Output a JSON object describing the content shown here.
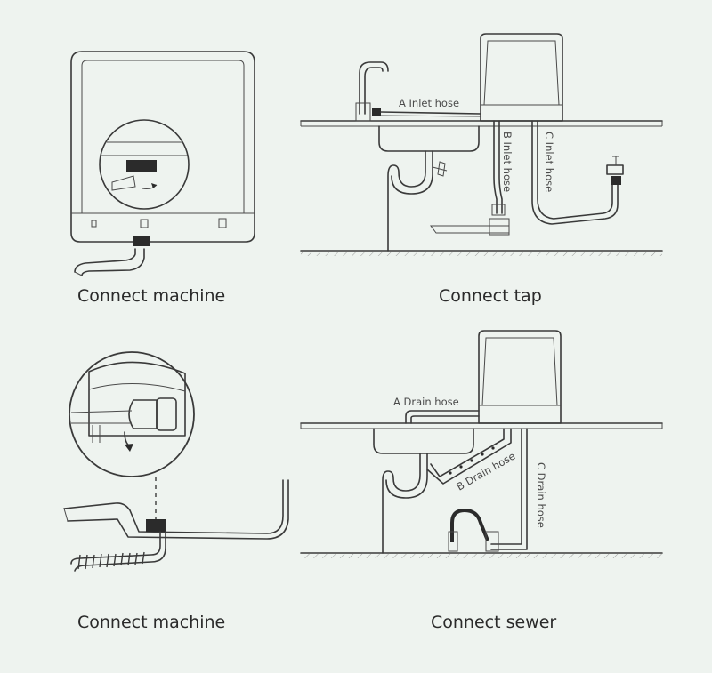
{
  "captions": {
    "top_left": "Connect machine",
    "top_right": "Connect tap",
    "bottom_left": "Connect machine",
    "bottom_right": "Connect sewer"
  },
  "labels": {
    "inlet_a": "A Inlet hose",
    "inlet_b": "B Inlet hose",
    "inlet_c": "C Inlet hose",
    "drain_a": "A Drain hose",
    "drain_b": "B Drain hose",
    "drain_c": "C Drain hose"
  },
  "colors": {
    "background": "#eef3ef",
    "line": "#3a3a3a",
    "accent_dark": "#2b2b2b"
  }
}
